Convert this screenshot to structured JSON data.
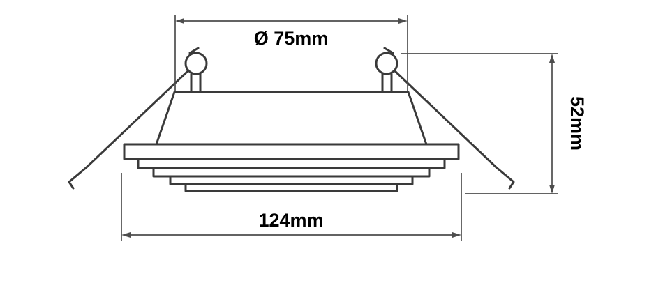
{
  "diagram": {
    "labels": {
      "diameter_top": "Ø 75mm",
      "height_right": "52mm",
      "width_bottom": "124mm"
    },
    "colors": {
      "background": "#ffffff",
      "drawing_line": "#3a3a3a",
      "dimension_line": "#4d4d4d",
      "text": "#000000"
    }
  }
}
